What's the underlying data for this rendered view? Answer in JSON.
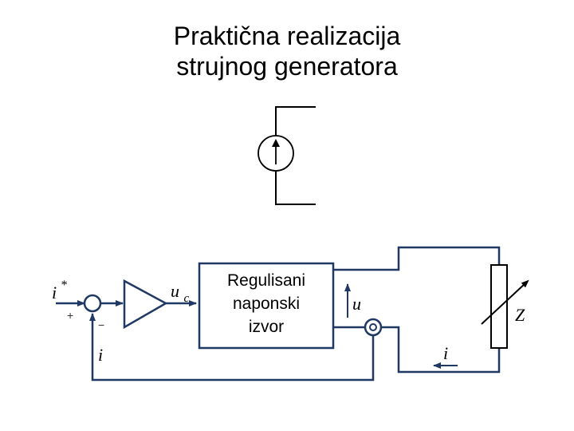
{
  "title": {
    "line1": "Praktična realizacija",
    "line2": "strujnog generatora"
  },
  "diagram": {
    "block_label": [
      "Regulisani",
      "naponski",
      "izvor"
    ],
    "reference_label": "i",
    "reference_superscript": "*",
    "plus_sign": "+",
    "minus_sign": "−",
    "amplifier_output": "u",
    "amplifier_output_sub": "c",
    "voltage_label": "u",
    "load_label": "Z",
    "current_label_feedback": "i",
    "current_label_load": "i",
    "line_color": "#1f3864",
    "symbol_color": "#000000"
  }
}
